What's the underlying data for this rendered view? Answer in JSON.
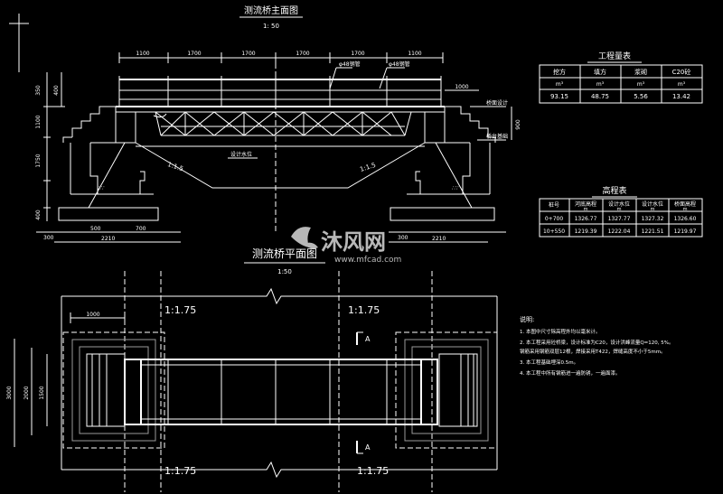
{
  "elevation": {
    "title": "测流桥主面图",
    "scale": "1: 50",
    "top_dims": [
      "1100",
      "1700",
      "1700",
      "1700",
      "1700",
      "1100"
    ],
    "tags": [
      "φ48钢管",
      "φ48钢管"
    ],
    "left_dims": [
      "350",
      "400",
      "1100",
      "1750",
      "400"
    ],
    "right_dim": "1000",
    "right_labels": [
      "桥面设计",
      "桥台基础"
    ],
    "vertical_dim_right": "900",
    "slope_left": "1:1.5",
    "slope_right": "1:1.5",
    "water_label": "设计水位",
    "bottom_dims_left": [
      "300",
      "500",
      "700"
    ],
    "bottom_total_left": "2210",
    "bottom_right_dims": [
      "300"
    ],
    "bottom_total_right": "2210"
  },
  "plan": {
    "title": "测流桥平面图",
    "scale": "1:50",
    "slopes": [
      "1:1.75",
      "1:1.75",
      "1:1.75",
      "1:1.75"
    ],
    "section_marks": [
      "A",
      "A"
    ],
    "dim_top": "1000",
    "left_dims": [
      "3000",
      "2000",
      "1500"
    ]
  },
  "quantities": {
    "title": "工程量表",
    "headers": [
      "挖方",
      "填方",
      "浆砌",
      "C20砼"
    ],
    "units": [
      "m³",
      "m³",
      "m³",
      "m³"
    ],
    "values": [
      "93.15",
      "48.75",
      "5.56",
      "13.42"
    ]
  },
  "elevations": {
    "title": "高程表",
    "headers": [
      "桩号",
      "河底高程",
      "设计水位",
      "设计水位",
      "桥面高程"
    ],
    "units": [
      "m",
      "m",
      "m",
      "m"
    ],
    "rows": [
      [
        "0+700",
        "1326.77",
        "1327.77",
        "1327.32",
        "1326.60"
      ],
      [
        "10+550",
        "1219.39",
        "1222.04",
        "1221.51",
        "1219.97"
      ]
    ]
  },
  "notes": {
    "heading": "说明:",
    "items": [
      "1. 本图中尺寸除高程外均以毫米计。",
      "2. 本工程采用砼桥梁，设计标准为C20，设计洪峰流量Q=120, 5%。",
      "   钢筋采用钢筋双层12根，焊接采用T422，焊缝高度不小于5mm。",
      "3. 本工程基础埋深0.5m。",
      "4. 本工程中所有钢筋进一遍防锈，一遍面漆。"
    ]
  },
  "watermark": {
    "brand": "沐风网",
    "url": "www.mfcad.com"
  },
  "colors": {
    "background": "#000000",
    "lines": "#ffffff",
    "watermark": "#d9d9d9"
  }
}
